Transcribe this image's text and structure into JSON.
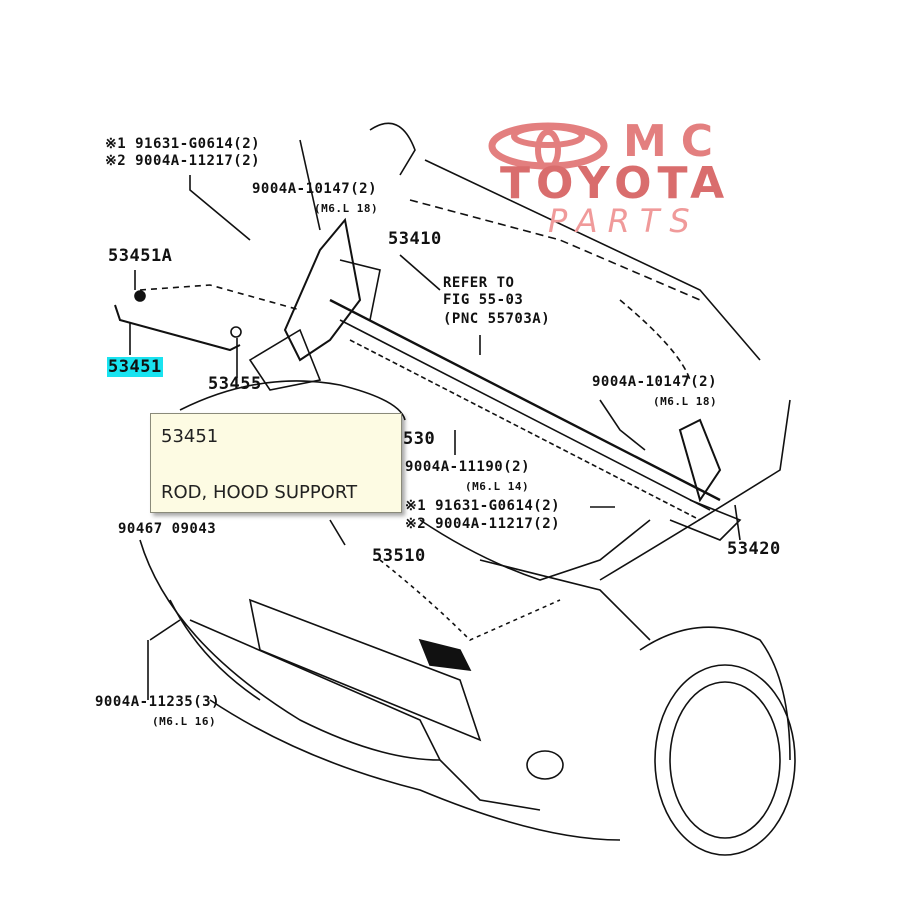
{
  "logo": {
    "line1": "MC",
    "line2": "TOYOTA",
    "line3": "PARTS",
    "color": "#d96d6d"
  },
  "labels": {
    "top_note1": "※1 91631-G0614(2)",
    "top_note2": "※2 9004A-11217(2)",
    "bolt_top": "9004A-10147(2)",
    "bolt_top_spec": "(M6.L 18)",
    "p53410": "53410",
    "p53451a": "53451A",
    "refer1": "REFER TO",
    "refer2": "FIG 55-03",
    "refer3": "(PNC 55703A)",
    "p53451": "53451",
    "p53455": "53455",
    "bolt_right": "9004A-10147(2)",
    "bolt_right_spec": "(M6.L 18)",
    "p53630": "530",
    "bolt_mid": "9004A-11190(2)",
    "bolt_mid_spec": "(M6.L 14)",
    "mid_note1": "※1 91631-G0614(2)",
    "mid_note2": "※2 9004A-11217(2)",
    "clip": "90467 09043",
    "p53510": "53510",
    "p53420": "53420",
    "bolt_low": "9004A-11235(3)",
    "bolt_low_spec": "(M6.L 16)"
  },
  "tooltip": {
    "part_no": "53451",
    "part_name": "ROD, HOOD SUPPORT"
  },
  "highlight_color": "#19e3f0"
}
